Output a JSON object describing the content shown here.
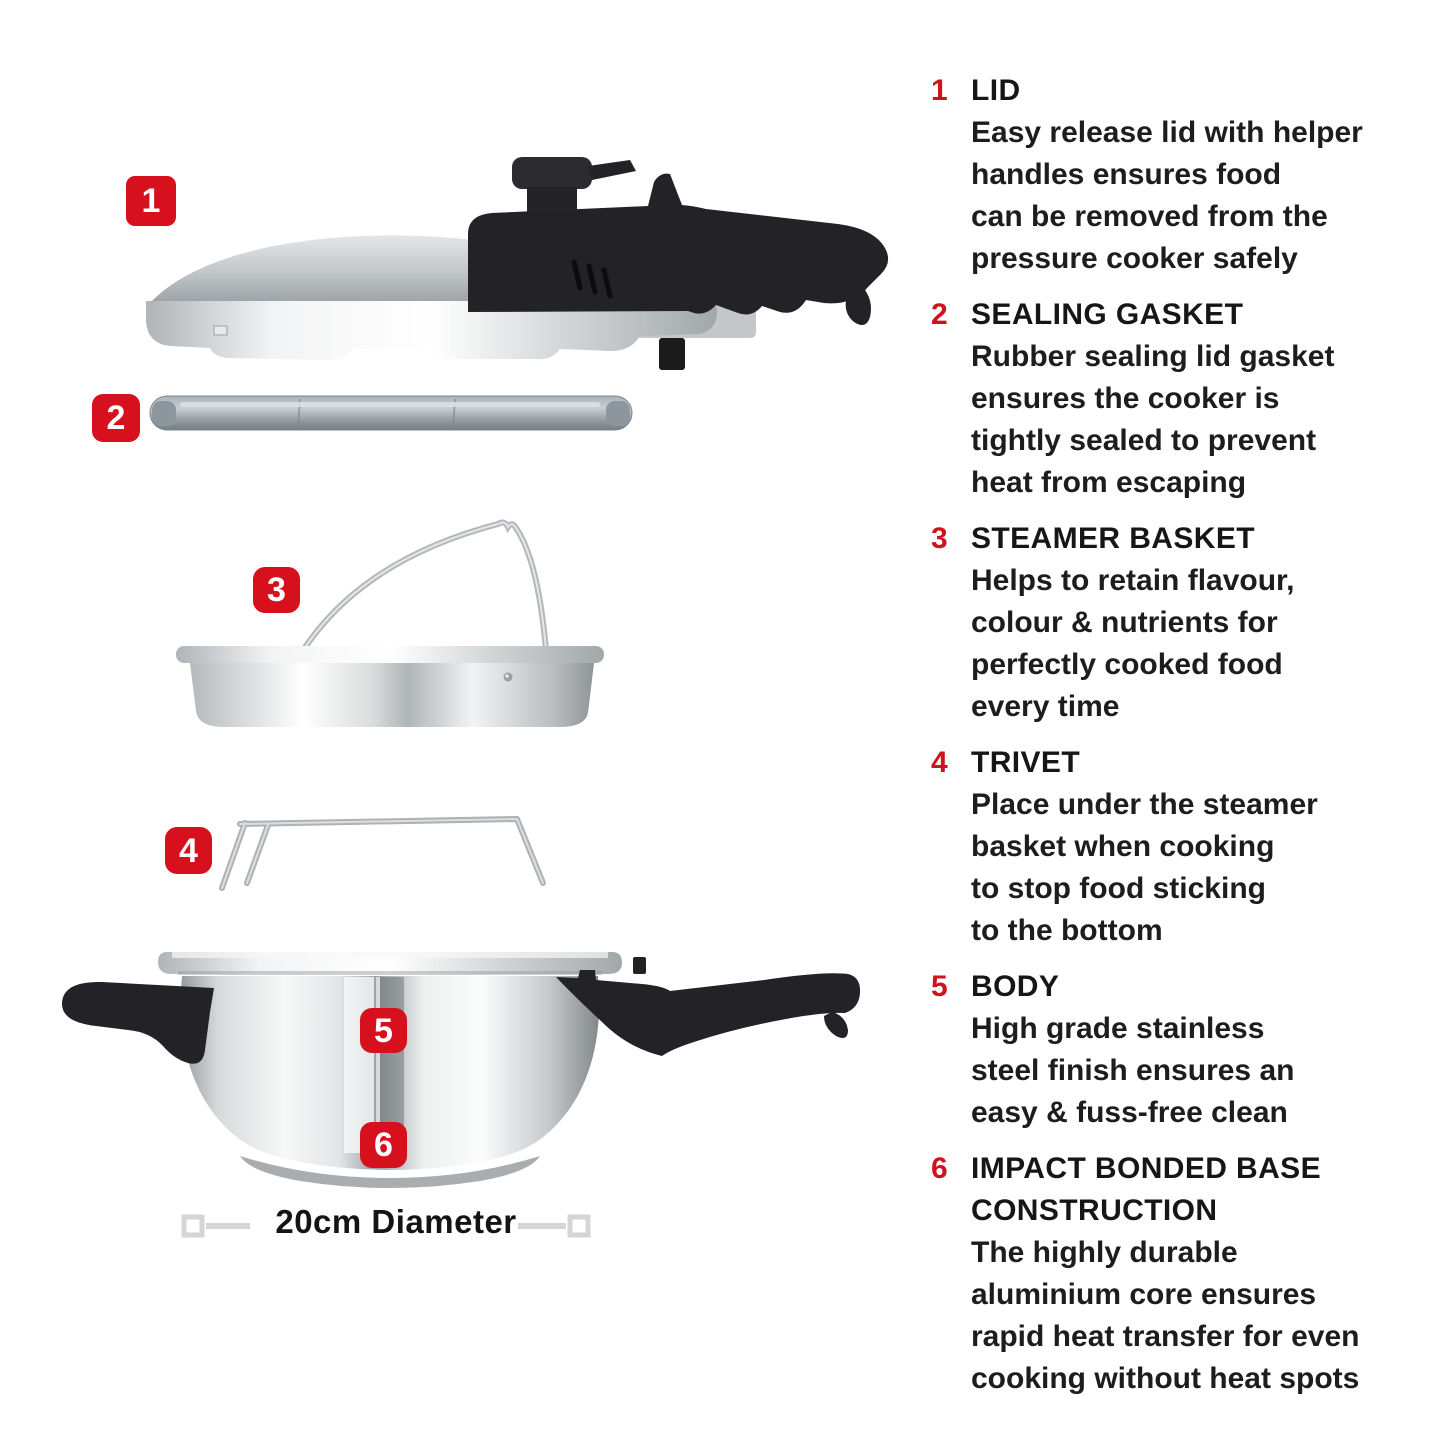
{
  "palette": {
    "accent_red": "#d6101c",
    "text_black": "#1a1a1a",
    "handle_black": "#232327",
    "metal_gray": "#c7cacc",
    "dimension_gray": "#d5d5d5"
  },
  "product": {
    "dimension_label": "20cm Diameter",
    "parts": [
      {
        "number": "1",
        "name": "LID",
        "description": "Easy release lid with helper\nhandles ensures food\ncan be removed from the\npressure cooker safely"
      },
      {
        "number": "2",
        "name": "SEALING GASKET",
        "description": "Rubber sealing lid gasket\nensures the cooker is\ntightly sealed to prevent\nheat from escaping"
      },
      {
        "number": "3",
        "name": "STEAMER BASKET",
        "description": "Helps to retain flavour,\ncolour & nutrients for\nperfectly cooked food\nevery time"
      },
      {
        "number": "4",
        "name": "TRIVET",
        "description": "Place under the steamer\nbasket when cooking\nto stop food sticking\nto the bottom"
      },
      {
        "number": "5",
        "name": "BODY",
        "description": "High grade stainless\nsteel finish ensures an\neasy & fuss-free clean"
      },
      {
        "number": "6",
        "name": "IMPACT BONDED BASE CONSTRUCTION",
        "description": "The highly durable\naluminium core ensures\nrapid heat transfer for even\ncooking without heat spots"
      }
    ]
  }
}
